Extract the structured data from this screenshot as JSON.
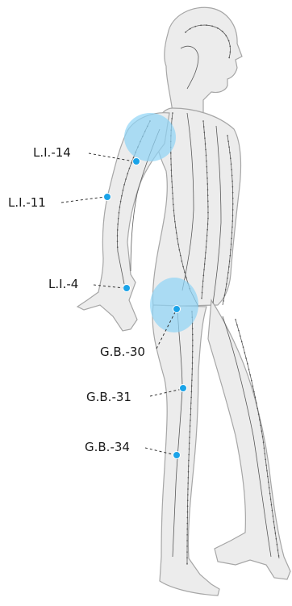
{
  "diagram": {
    "points": [
      {
        "id": "li14",
        "label": "L.I.-14"
      },
      {
        "id": "li11",
        "label": "L.I.-11"
      },
      {
        "id": "li4",
        "label": "L.I.-4"
      },
      {
        "id": "gb30",
        "label": "G.B.-30"
      },
      {
        "id": "gb31",
        "label": "G.B.-31"
      },
      {
        "id": "gb34",
        "label": "G.B.-34"
      }
    ],
    "highlight_areas": [
      "shoulder",
      "hip"
    ],
    "colors": {
      "point": "#1aa3e8",
      "highlight": "#8fd4f7",
      "body_fill": "#ececec",
      "body_outline": "#a6a6a6",
      "meridian_line": "#5a5a5a"
    }
  }
}
